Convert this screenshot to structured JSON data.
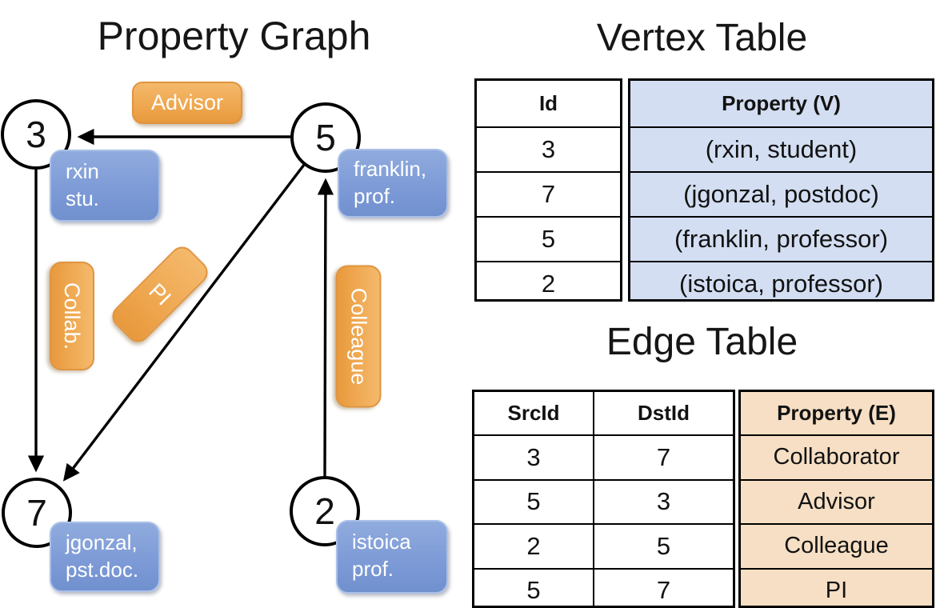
{
  "titles": {
    "graph": "Property Graph",
    "vertex_table": "Vertex Table",
    "edge_table": "Edge Table"
  },
  "graph": {
    "nodes": [
      {
        "id": "3"
      },
      {
        "id": "5"
      },
      {
        "id": "7"
      },
      {
        "id": "2"
      }
    ],
    "vertex_labels": [
      {
        "line1": "rxin",
        "line2": "stu."
      },
      {
        "line1": "franklin,",
        "line2": "prof."
      },
      {
        "line1": "jgonzal,",
        "line2": "pst.doc."
      },
      {
        "line1": "istoica",
        "line2": "prof."
      }
    ],
    "edge_labels": [
      {
        "label": "Advisor"
      },
      {
        "label": "Collab."
      },
      {
        "label": "PI"
      },
      {
        "label": "Colleague"
      }
    ]
  },
  "vertex_table": {
    "columns": [
      "Id",
      "Property (V)"
    ],
    "rows": [
      [
        "3",
        "(rxin, student)"
      ],
      [
        "7",
        "(jgonzal, postdoc)"
      ],
      [
        "5",
        "(franklin, professor)"
      ],
      [
        "2",
        "(istoica, professor)"
      ]
    ]
  },
  "edge_table": {
    "columns": [
      "SrcId",
      "DstId",
      "Property (E)"
    ],
    "rows": [
      [
        "3",
        "7",
        "Collaborator"
      ],
      [
        "5",
        "3",
        "Advisor"
      ],
      [
        "2",
        "5",
        "Colleague"
      ],
      [
        "5",
        "7",
        "PI"
      ]
    ]
  },
  "colors": {
    "vertex_property_bg": "#D3DEF2",
    "edge_property_bg": "#F6DFC4",
    "vertex_box_top": "#90ABDD",
    "vertex_box_bottom": "#7090CE",
    "edge_box_top": "#F4B96C",
    "edge_box_bottom": "#E8993D",
    "line": "#000000"
  }
}
